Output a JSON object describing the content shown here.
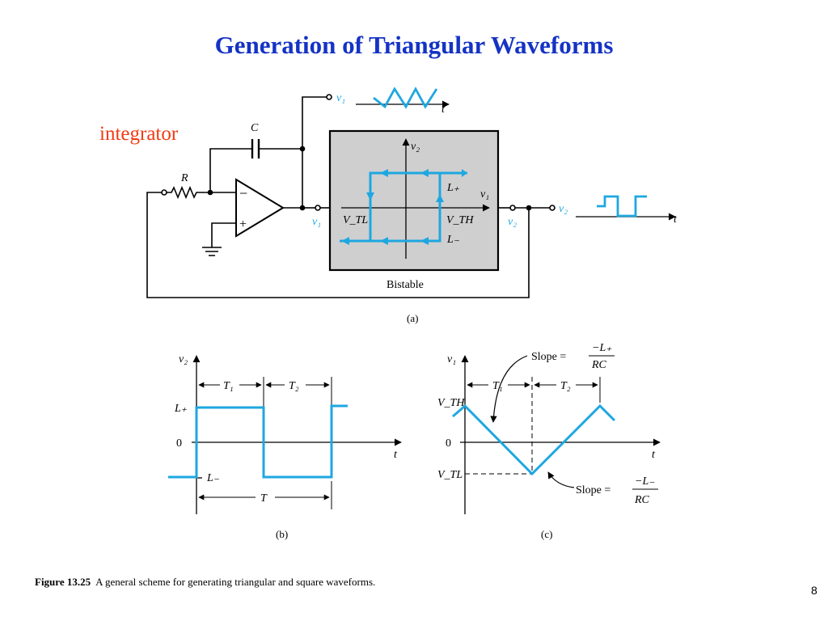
{
  "slide": {
    "title": "Generation of Triangular Waveforms",
    "annotation": "integrator",
    "page_number": "8"
  },
  "caption": {
    "figure_label": "Figure 13.25",
    "text": "A general scheme for generating triangular and square waveforms."
  },
  "colors": {
    "title": "#1533c4",
    "annotation": "#f23a12",
    "waveform": "#1ea7e0",
    "bistable_fill": "#cfcfcf"
  },
  "diagram_a": {
    "panel_label": "(a)",
    "block_label": "Bistable",
    "capacitor": "C",
    "resistor": "R",
    "opamp_minus": "−",
    "opamp_plus": "+",
    "output_v1": "v₁",
    "output_v2": "v₂",
    "node_v1": "v₁",
    "node_v2": "v₂",
    "time_label": "t",
    "inner": {
      "y_axis": "v₂",
      "x_axis": "v₁",
      "l_plus": "L₊",
      "l_minus": "L₋",
      "v_tl": "V_TL",
      "v_th": "V_TH"
    }
  },
  "diagram_b": {
    "panel_label": "(b)",
    "y_axis": "v₂",
    "x_axis": "t",
    "level_high": "L₊",
    "level_zero": "0",
    "level_low": "L₋",
    "t1": "T₁",
    "t2": "T₂",
    "period": "T"
  },
  "diagram_c": {
    "panel_label": "(c)",
    "y_axis": "v₁",
    "x_axis": "t",
    "v_th": "V_TH",
    "v_tl": "V_TL",
    "level_zero": "0",
    "t1": "T₁",
    "t2": "T₂",
    "slope_word": "Slope =",
    "slope1_num": "−L₊",
    "slope1_den": "RC",
    "slope2_num": "−L₋",
    "slope2_den": "RC"
  }
}
